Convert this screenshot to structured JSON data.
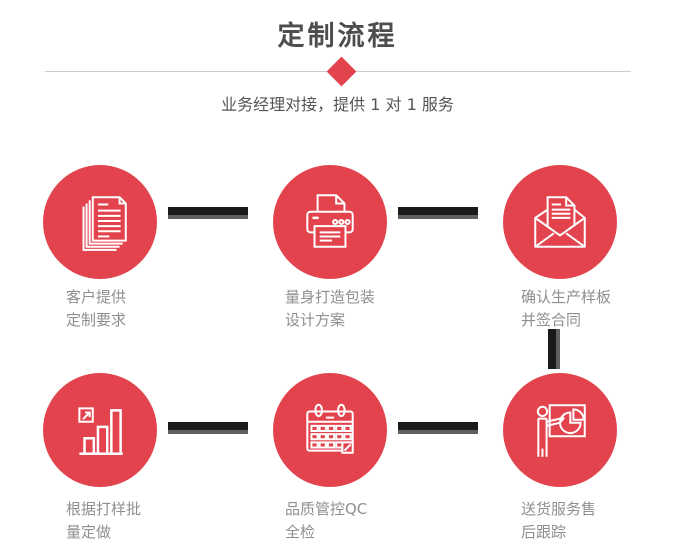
{
  "header": {
    "title": "定制流程",
    "subtitle": "业务经理对接，提供 1 对 1 服务"
  },
  "colors": {
    "accent": "#e2434d",
    "title": "#4d4d4d",
    "subtitle": "#555555",
    "label": "#8f8f8f",
    "connector_dark": "#1a1a1a",
    "connector_shadow": "#5f5f5f",
    "divider": "#cccccc",
    "icon_stroke": "#ffffff"
  },
  "steps": [
    {
      "icon": "documents-icon",
      "label_line1": "客户提供",
      "label_line2": "定制要求"
    },
    {
      "icon": "printer-icon",
      "label_line1": "量身打造包装",
      "label_line2": "设计方案"
    },
    {
      "icon": "envelope-icon",
      "label_line1": "确认生产样板",
      "label_line2": "并签合同"
    },
    {
      "icon": "bar-chart-icon",
      "label_line1": "根据打样批",
      "label_line2": "量定做"
    },
    {
      "icon": "calendar-icon",
      "label_line1": "品质管控QC",
      "label_line2": "全检"
    },
    {
      "icon": "presentation-icon",
      "label_line1": "送货服务售",
      "label_line2": "后跟踪"
    }
  ]
}
